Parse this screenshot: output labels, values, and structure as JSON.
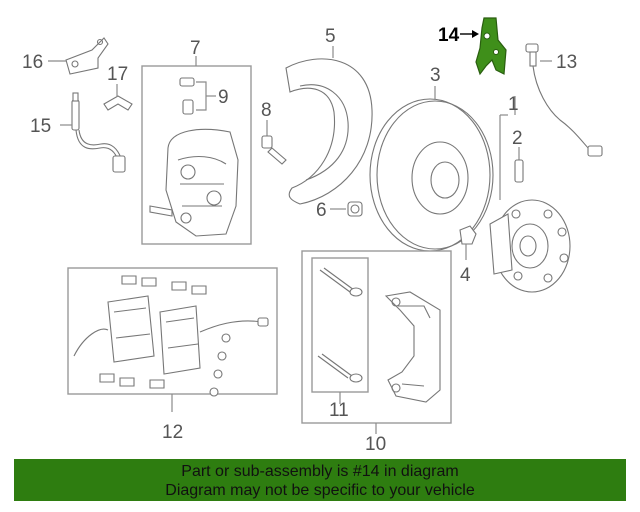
{
  "callouts": {
    "c1": "1",
    "c2": "2",
    "c3": "3",
    "c4": "4",
    "c5": "5",
    "c6": "6",
    "c7": "7",
    "c8": "8",
    "c9": "9",
    "c10": "10",
    "c11": "11",
    "c12": "12",
    "c13": "13",
    "c14": "14",
    "c15": "15",
    "c16": "16",
    "c17": "17"
  },
  "highlight": {
    "part": "14",
    "color": "#3f8f1a"
  },
  "banner": {
    "line1": "Part or sub-assembly is #14 in diagram",
    "line2": "Diagram may not be specific to your vehicle",
    "color": "#2e7d10"
  }
}
